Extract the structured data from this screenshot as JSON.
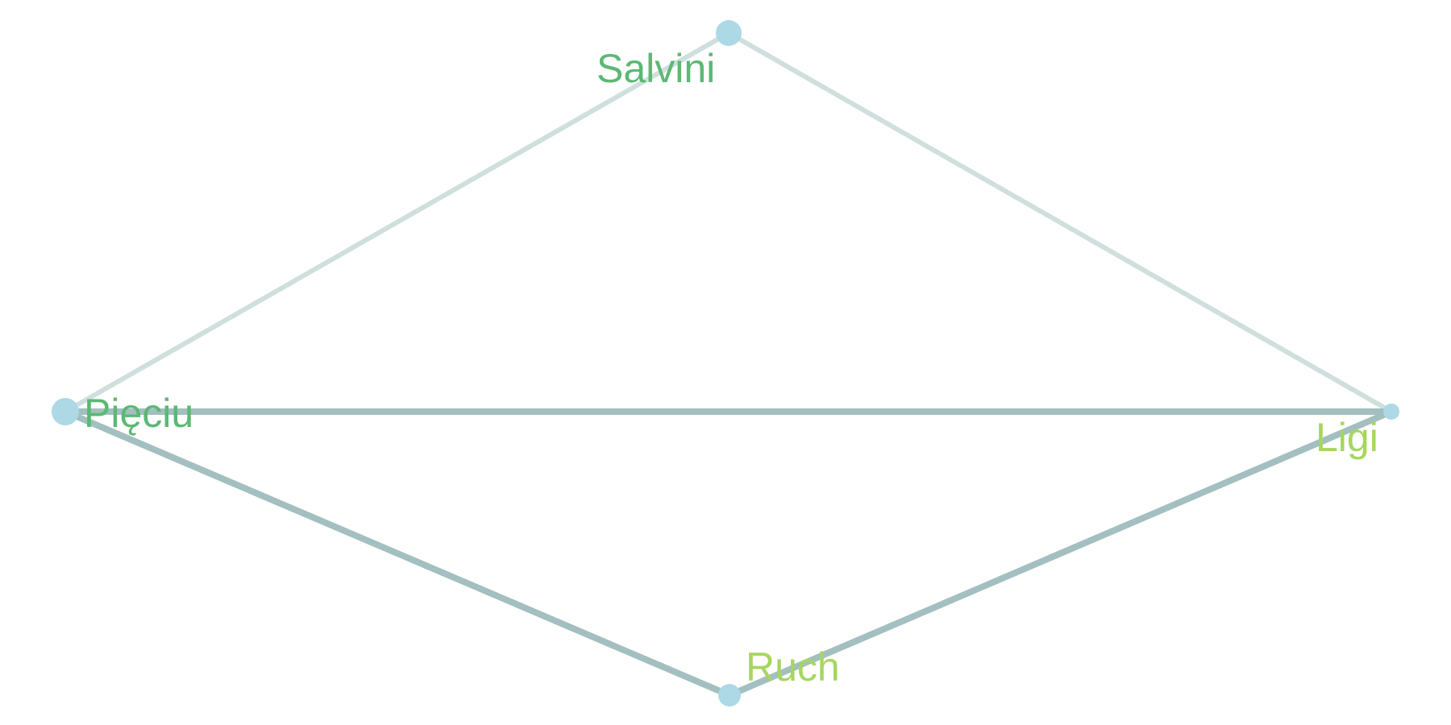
{
  "diagram": {
    "type": "network-graph",
    "nodes": [
      {
        "id": "salvini",
        "label": "Salvini",
        "label_color": "#5cb874",
        "node_color": "#add8e6"
      },
      {
        "id": "pieciu",
        "label": "Pięciu",
        "label_color": "#5cb874",
        "node_color": "#add8e6"
      },
      {
        "id": "ligi",
        "label": "Ligi",
        "label_color": "#a6d65f",
        "node_color": "#add8e6"
      },
      {
        "id": "ruch",
        "label": "Ruch",
        "label_color": "#a6d65f",
        "node_color": "#add8e6"
      }
    ],
    "edges": [
      {
        "from": "pieciu",
        "to": "salvini",
        "weight": "light",
        "color": "#cfdfde"
      },
      {
        "from": "salvini",
        "to": "ligi",
        "weight": "light",
        "color": "#cfdfde"
      },
      {
        "from": "pieciu",
        "to": "ligi",
        "weight": "heavy",
        "color": "#a3bfbf"
      },
      {
        "from": "pieciu",
        "to": "ruch",
        "weight": "heavy",
        "color": "#a3bfbf"
      },
      {
        "from": "ruch",
        "to": "ligi",
        "weight": "heavy",
        "color": "#a3bfbf"
      }
    ]
  }
}
